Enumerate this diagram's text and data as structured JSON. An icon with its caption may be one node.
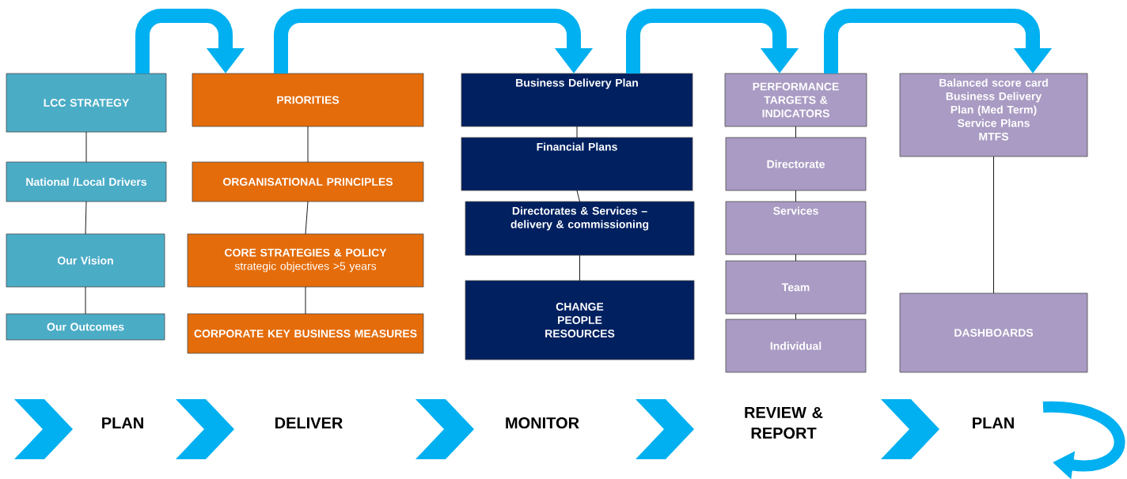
{
  "diagram": {
    "nodes": [
      {
        "text": [
          "LCC STRATEGY"
        ]
      },
      {
        "text": [
          "National /Local Drivers"
        ]
      },
      {
        "text": [
          "Our Vision"
        ]
      },
      {
        "text": [
          "Our Outcomes"
        ]
      },
      {
        "text": [
          "PRIORITIES"
        ]
      },
      {
        "text": [
          "ORGANISATIONAL PRINCIPLES"
        ]
      },
      {
        "text": [
          "CORE STRATEGIES & POLICY",
          "strategic objectives >5 years"
        ]
      },
      {
        "text": [
          "CORPORATE KEY BUSINESS MEASURES"
        ]
      },
      {
        "text": [
          "Business Delivery Plan"
        ]
      },
      {
        "text": [
          "Financial Plans"
        ]
      },
      {
        "text": [
          "Directorates & Services – delivery & commissioning"
        ]
      },
      {
        "text": [
          "CHANGE PEOPLE RESOURCES"
        ]
      },
      {
        "text": [
          "PERFORMANCE TARGETS & INDICATORS"
        ]
      },
      {
        "text": [
          "Directorate"
        ]
      },
      {
        "text": [
          "Services"
        ]
      },
      {
        "text": [
          "Team"
        ]
      },
      {
        "text": [
          "Individual"
        ]
      },
      {
        "text": [
          "Balanced score card",
          "Business Delivery Plan (Med Term)",
          "Service Plans",
          "MTFS"
        ]
      },
      {
        "text": [
          "DASHBOARDS"
        ]
      }
    ],
    "edges": [
      {
        "from": 0,
        "to": 1,
        "arrow": "none"
      },
      {
        "from": 1,
        "to": 2,
        "arrow": "none"
      },
      {
        "from": 2,
        "to": 3,
        "arrow": "none"
      },
      {
        "from": 4,
        "to": 5,
        "arrow": "none"
      },
      {
        "from": 5,
        "to": 6,
        "arrow": "none"
      },
      {
        "from": 6,
        "to": 7,
        "arrow": "none"
      },
      {
        "from": 8,
        "to": 9,
        "arrow": "none"
      },
      {
        "from": 9,
        "to": 10,
        "arrow": "none"
      },
      {
        "from": 10,
        "to": 11,
        "arrow": "none"
      },
      {
        "from": 12,
        "to": 13,
        "arrow": "none"
      },
      {
        "from": 13,
        "to": 14,
        "arrow": "none"
      },
      {
        "from": 14,
        "to": 15,
        "arrow": "none"
      },
      {
        "from": 15,
        "to": 16,
        "arrow": "none"
      },
      {
        "from": 17,
        "to": 18,
        "arrow": "none"
      },
      {
        "from": 0,
        "to": 4,
        "arrow": "to",
        "style": "thick",
        "color": "#00b0f0"
      },
      {
        "from": 4,
        "to": 8,
        "arrow": "to",
        "style": "thick",
        "color": "#00b0f0"
      },
      {
        "from": 8,
        "to": 12,
        "arrow": "to",
        "style": "thick",
        "color": "#00b0f0"
      },
      {
        "from": 12,
        "to": 17,
        "arrow": "to",
        "style": "thick",
        "color": "#00b0f0"
      }
    ],
    "labels": [
      "PLAN",
      "DELIVER",
      "MONITOR",
      "REVIEW & REPORT",
      "PLAN"
    ]
  }
}
